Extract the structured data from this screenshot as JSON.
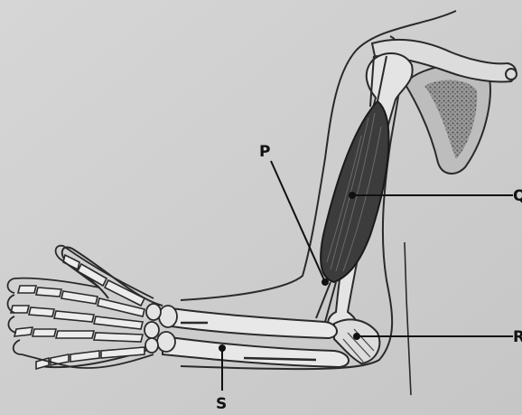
{
  "diagram": {
    "labels": {
      "P": "P",
      "Q": "Q",
      "R": "R",
      "S": "S"
    }
  },
  "colors": {
    "background": "#cfcfcf",
    "outline": "#2a2a2a",
    "muscle": "#3c3c3c",
    "scapula_shade": "#7a7a7a"
  }
}
